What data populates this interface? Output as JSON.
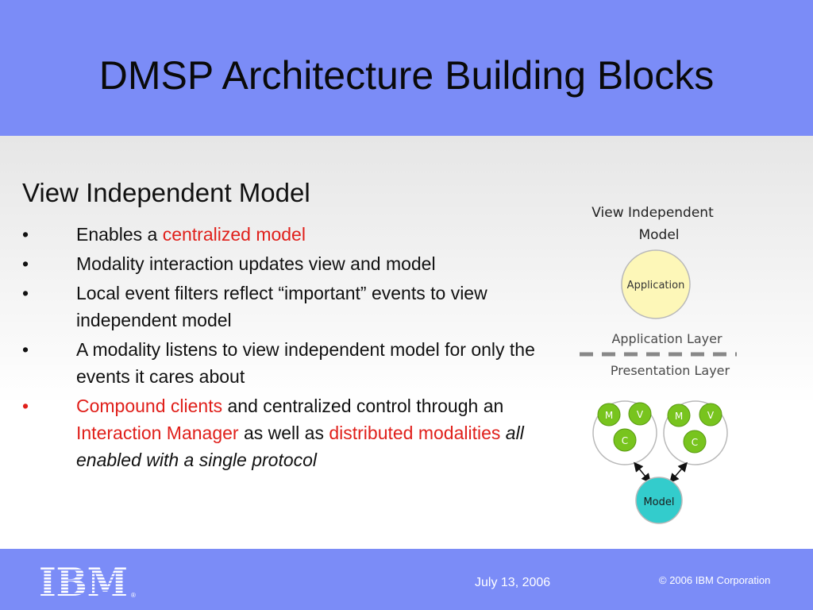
{
  "slide": {
    "title": "DMSP Architecture Building Blocks",
    "section_heading": "View Independent Model"
  },
  "bullets": [
    {
      "marker": "•",
      "parts": [
        {
          "text": "Enables a "
        },
        {
          "text": "centralized model",
          "style": "red"
        }
      ]
    },
    {
      "marker": "•",
      "parts": [
        {
          "text": "Modality interaction updates view and model"
        }
      ]
    },
    {
      "marker": "•",
      "parts": [
        {
          "text": "Local event filters reflect “important” events to view independent model"
        }
      ]
    },
    {
      "marker": "•",
      "parts": [
        {
          "text": "A modality listens to view independent model for only the events it cares about"
        }
      ]
    },
    {
      "marker": "•",
      "marker_style": "red",
      "parts": [
        {
          "text": "Compound clients",
          "style": "red"
        },
        {
          "text": " and  centralized control through an "
        },
        {
          "text": "Interaction Manager",
          "style": "red"
        },
        {
          "text": " as well as "
        },
        {
          "text": "distributed modalities",
          "style": "red"
        },
        {
          "text": " all enabled with a single protocol",
          "style": "italic"
        }
      ]
    }
  ],
  "diagram": {
    "title_line1": "View Independent",
    "title_line2": "Model",
    "application_label": "Application",
    "application_layer": "Application Layer",
    "presentation_layer": "Presentation Layer",
    "left_client": {
      "m": "M",
      "v": "V",
      "c": "C"
    },
    "right_client": {
      "m": "M",
      "v": "V",
      "c": "C"
    },
    "model_label": "Model",
    "colors": {
      "application_fill": "#fdf7b8",
      "modality_fill": "#78c41e",
      "model_fill": "#33cccc",
      "layer_text": "#4a4a4a",
      "divider": "#888888"
    }
  },
  "footer": {
    "logo_text": "IBM",
    "date": "July 13, 2006",
    "copyright": "© 2006 IBM Corporation"
  },
  "colors": {
    "header_bg": "#7b8cf7",
    "accent_red": "#e0201b"
  }
}
